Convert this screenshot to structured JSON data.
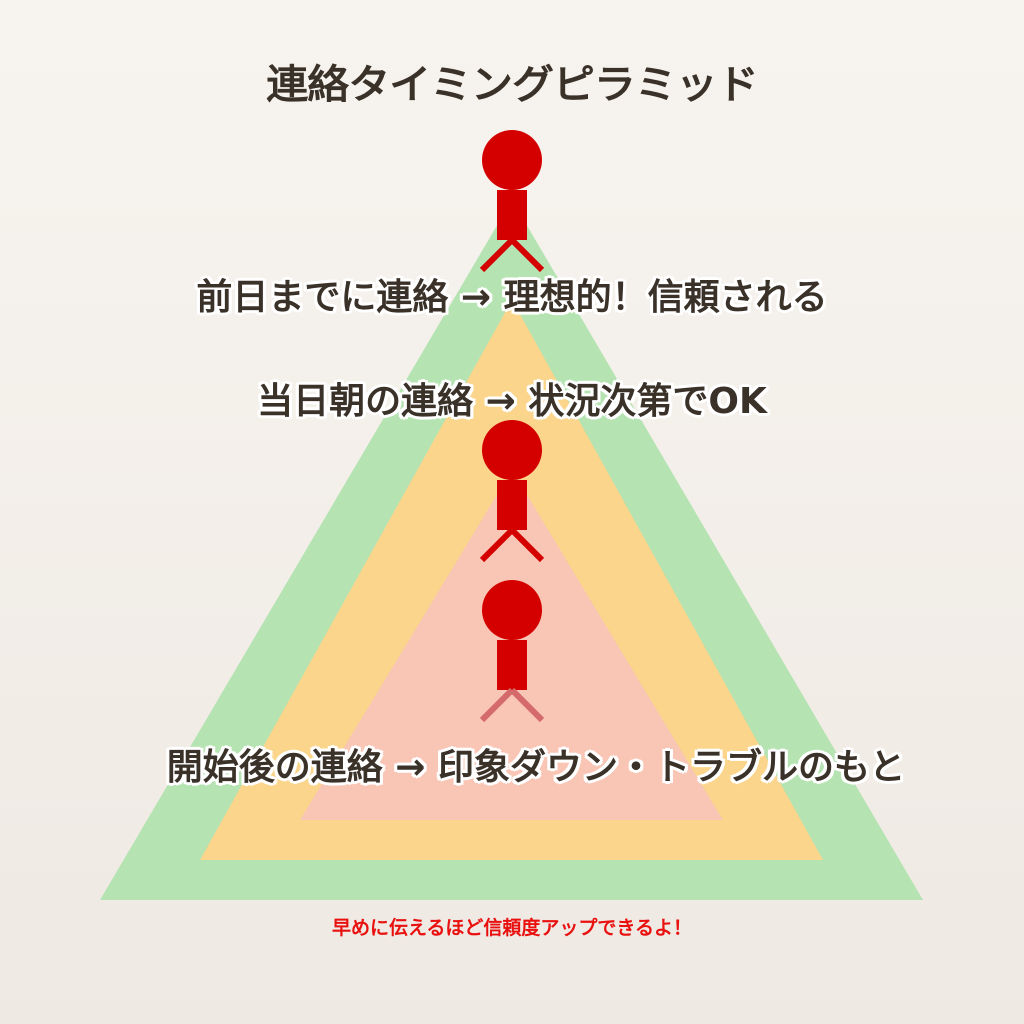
{
  "title": "連絡タイミングピラミッド",
  "colors": {
    "background_top": "#f7f4ef",
    "background_bottom": "#efe9e3",
    "tier_outer": "#b5e3b2",
    "tier_middle": "#fbd58b",
    "tier_inner": "#f9c5b4",
    "figure": "#d40000",
    "figure_faded_legs": "#d46a6a",
    "text_dark": "#3a3129",
    "note_red": "#e8110f"
  },
  "tiers": [
    {
      "id": "outer",
      "label": "前日までに連絡 → 理想的！信頼される",
      "color": "#b5e3b2"
    },
    {
      "id": "middle",
      "label": "当日朝の連絡 → 状況次第でOK",
      "color": "#fbd58b"
    },
    {
      "id": "inner",
      "label": "開始後の連絡 → 印象ダウン・トラブルのもと",
      "color": "#f9c5b4"
    }
  ],
  "figures": [
    {
      "id": "figure-top",
      "icon": "person-icon",
      "legs": "solid"
    },
    {
      "id": "figure-middle",
      "icon": "person-icon",
      "legs": "solid"
    },
    {
      "id": "figure-bottom",
      "icon": "person-icon",
      "legs": "faded"
    }
  ],
  "footer_note": "早めに伝えるほど信頼度アップできるよ！"
}
